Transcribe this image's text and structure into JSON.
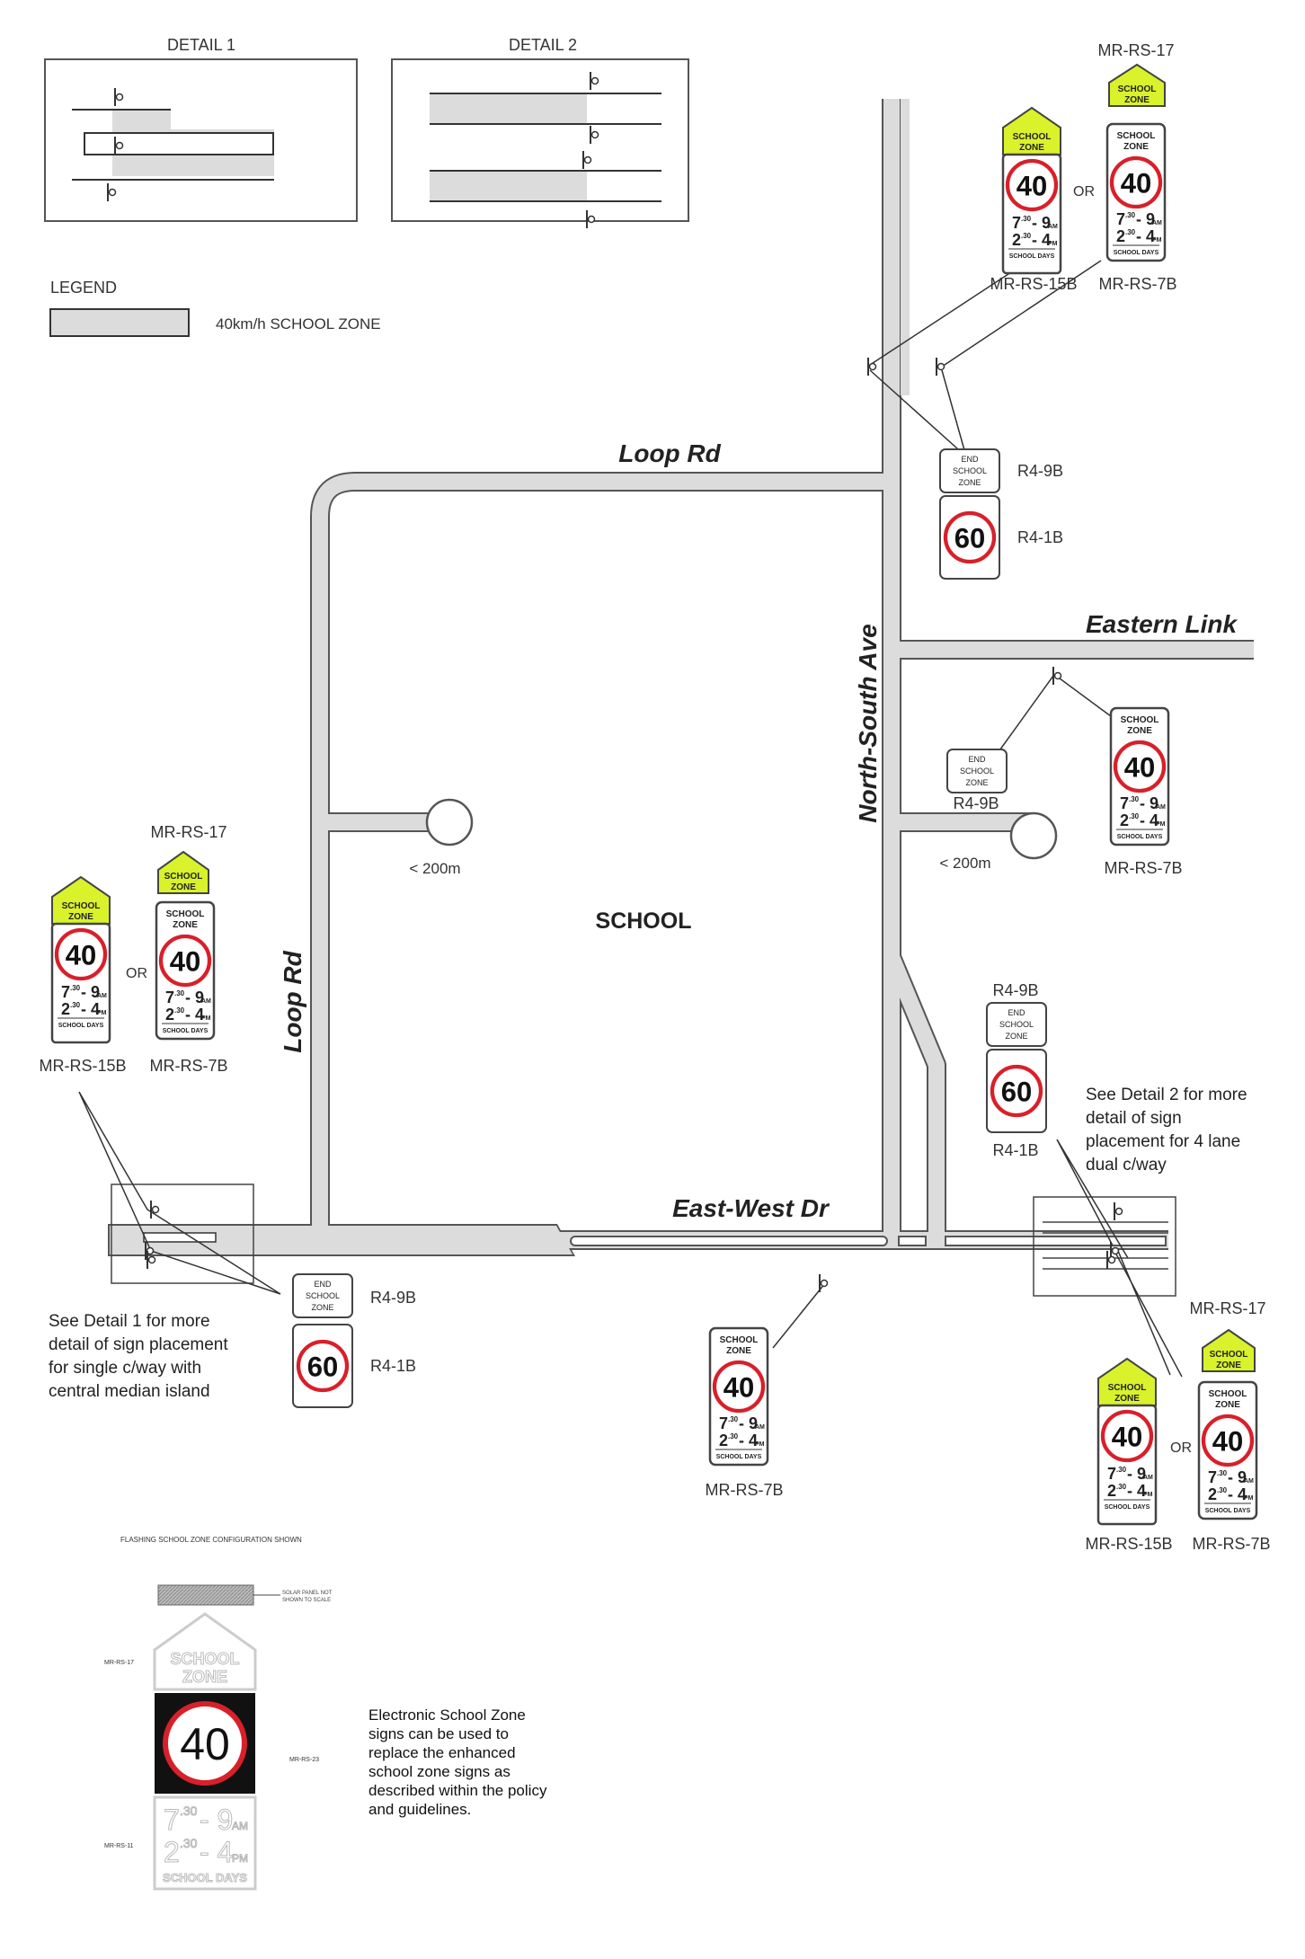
{
  "detail1": {
    "title": "DETAIL 1"
  },
  "detail2": {
    "title": "DETAIL 2"
  },
  "legend": {
    "title": "LEGEND",
    "label": "40km/h SCHOOL ZONE"
  },
  "roads": {
    "loop_top": "Loop Rd",
    "loop_left": "Loop Rd",
    "north_south": "North-South Ave",
    "eastern_link": "Eastern Link",
    "east_west": "East-West Dr"
  },
  "school": "SCHOOL",
  "distance": "< 200m",
  "or": "OR",
  "sign_text": {
    "school": "SCHOOL",
    "zone": "ZONE",
    "end": "END",
    "speed40": "40",
    "speed60": "60",
    "am_start": "7",
    "am_start_min": ".30",
    "am_dash": "- 9",
    "am": "AM",
    "pm_start": "2",
    "pm_start_min": ".30",
    "pm_dash": "- 4",
    "pm": "PM",
    "school_days": "SCHOOL DAYS"
  },
  "sign_codes": {
    "rs17": "MR-RS-17",
    "rs15b": "MR-RS-15B",
    "rs7b": "MR-RS-7B",
    "r49b": "R4-9B",
    "r41b": "R4-1B",
    "rs23": "MR-RS-23",
    "rs11": "MR-RS-11"
  },
  "notes": {
    "detail1": [
      "See Detail 1 for more",
      "detail of sign placement",
      "for single c/way with",
      "central median island"
    ],
    "detail2": [
      "See Detail 2 for more",
      "detail of sign",
      "placement for 4 lane",
      "dual c/way"
    ],
    "electronic": [
      "Electronic School Zone",
      "signs can be used to",
      "replace the enhanced",
      "school zone signs as",
      "described within the policy",
      "and guidelines."
    ]
  },
  "flashing": {
    "title": "FLASHING SCHOOL ZONE CONFIGURATION SHOWN",
    "solar_note": [
      "SOLAR PANEL NOT",
      "SHOWN TO SCALE"
    ]
  },
  "colors": {
    "zone_fill": "#dcdcdc",
    "yellow": "#d9f22b",
    "red": "#d8202a"
  }
}
